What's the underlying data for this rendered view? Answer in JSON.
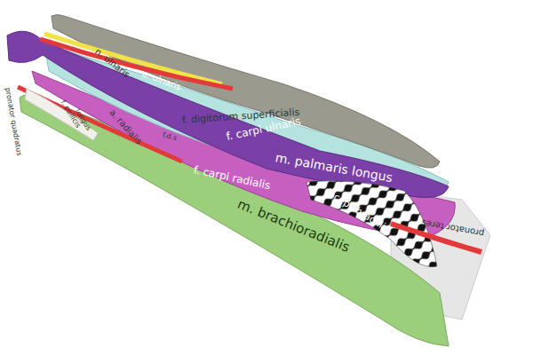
{
  "diagram": {
    "labels": [
      "n. ulnaris",
      "a. ulnaris",
      "f. carpi ulnaris",
      "f. digitorum superficialis",
      "f.d.s",
      "m. palmaris longus",
      "a. radialis",
      "f. carpi radialis",
      "m. brachioradialis",
      "f. pollicis",
      "longus",
      "pronator quadratus",
      "biceps brachii",
      "pronator teres"
    ]
  }
}
